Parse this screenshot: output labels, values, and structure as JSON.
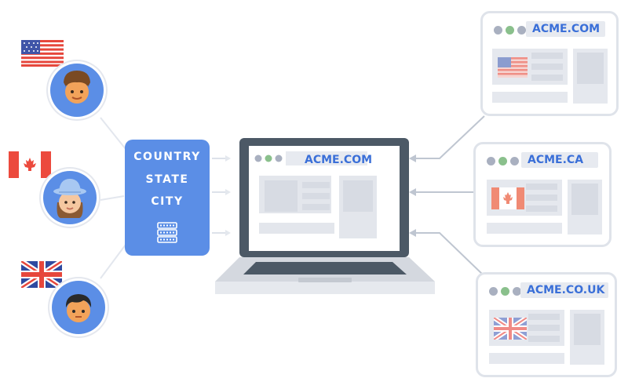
{
  "geo": {
    "lines": [
      "COUNTRY",
      "STATE",
      "CITY"
    ]
  },
  "laptop": {
    "domain": "ACME.COM"
  },
  "sites": [
    {
      "domain": "ACME.COM",
      "flag": "us-flag-icon"
    },
    {
      "domain": "ACME.CA",
      "flag": "canada-flag-icon"
    },
    {
      "domain": "ACME.CO.UK",
      "flag": "uk-flag-icon"
    }
  ],
  "users": [
    {
      "flag": "us-flag-icon",
      "avatar": "user-avatar-icon"
    },
    {
      "flag": "canada-flag-icon",
      "avatar": "user-avatar-icon"
    },
    {
      "flag": "uk-flag-icon",
      "avatar": "user-avatar-icon"
    }
  ],
  "colors": {
    "accent": "#5b8ee6",
    "domain_text": "#3a6fd8",
    "laptop_frame": "#4c5966",
    "connector": "#d6dbe4",
    "arrow": "#b9c1cd"
  }
}
